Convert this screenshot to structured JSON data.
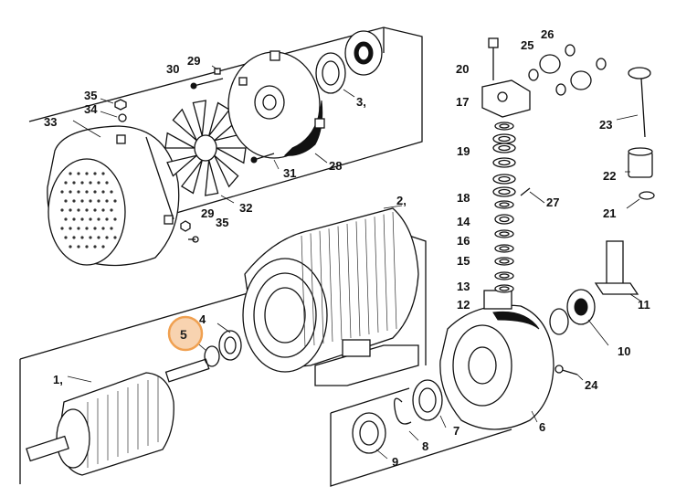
{
  "diagram": {
    "accent_color": "#f0a050",
    "highlight_fill": "#f8d3b0",
    "highlighted_part": "5",
    "parts": [
      {
        "id": "p1",
        "label": "1,"
      },
      {
        "id": "p2",
        "label": "2,"
      },
      {
        "id": "p3",
        "label": "3,"
      },
      {
        "id": "p4",
        "label": "4"
      },
      {
        "id": "p5",
        "label": "5"
      },
      {
        "id": "p6",
        "label": "6"
      },
      {
        "id": "p7",
        "label": "7"
      },
      {
        "id": "p8",
        "label": "8"
      },
      {
        "id": "p9",
        "label": "9"
      },
      {
        "id": "p10",
        "label": "10"
      },
      {
        "id": "p11",
        "label": "11"
      },
      {
        "id": "p12",
        "label": "12"
      },
      {
        "id": "p13",
        "label": "13"
      },
      {
        "id": "p14",
        "label": "14"
      },
      {
        "id": "p15",
        "label": "15"
      },
      {
        "id": "p16",
        "label": "16"
      },
      {
        "id": "p17",
        "label": "17"
      },
      {
        "id": "p18",
        "label": "18"
      },
      {
        "id": "p19",
        "label": "19"
      },
      {
        "id": "p20",
        "label": "20"
      },
      {
        "id": "p21",
        "label": "21"
      },
      {
        "id": "p22",
        "label": "22"
      },
      {
        "id": "p23",
        "label": "23"
      },
      {
        "id": "p24",
        "label": "24"
      },
      {
        "id": "p25",
        "label": "25"
      },
      {
        "id": "p26",
        "label": "26"
      },
      {
        "id": "p27",
        "label": "27"
      },
      {
        "id": "p28",
        "label": "28"
      },
      {
        "id": "p29a",
        "label": "29"
      },
      {
        "id": "p29b",
        "label": "29"
      },
      {
        "id": "p30",
        "label": "30"
      },
      {
        "id": "p31",
        "label": "31"
      },
      {
        "id": "p32",
        "label": "32"
      },
      {
        "id": "p33",
        "label": "33"
      },
      {
        "id": "p34",
        "label": "34"
      },
      {
        "id": "p35a",
        "label": "35"
      },
      {
        "id": "p35b",
        "label": "35"
      }
    ]
  }
}
